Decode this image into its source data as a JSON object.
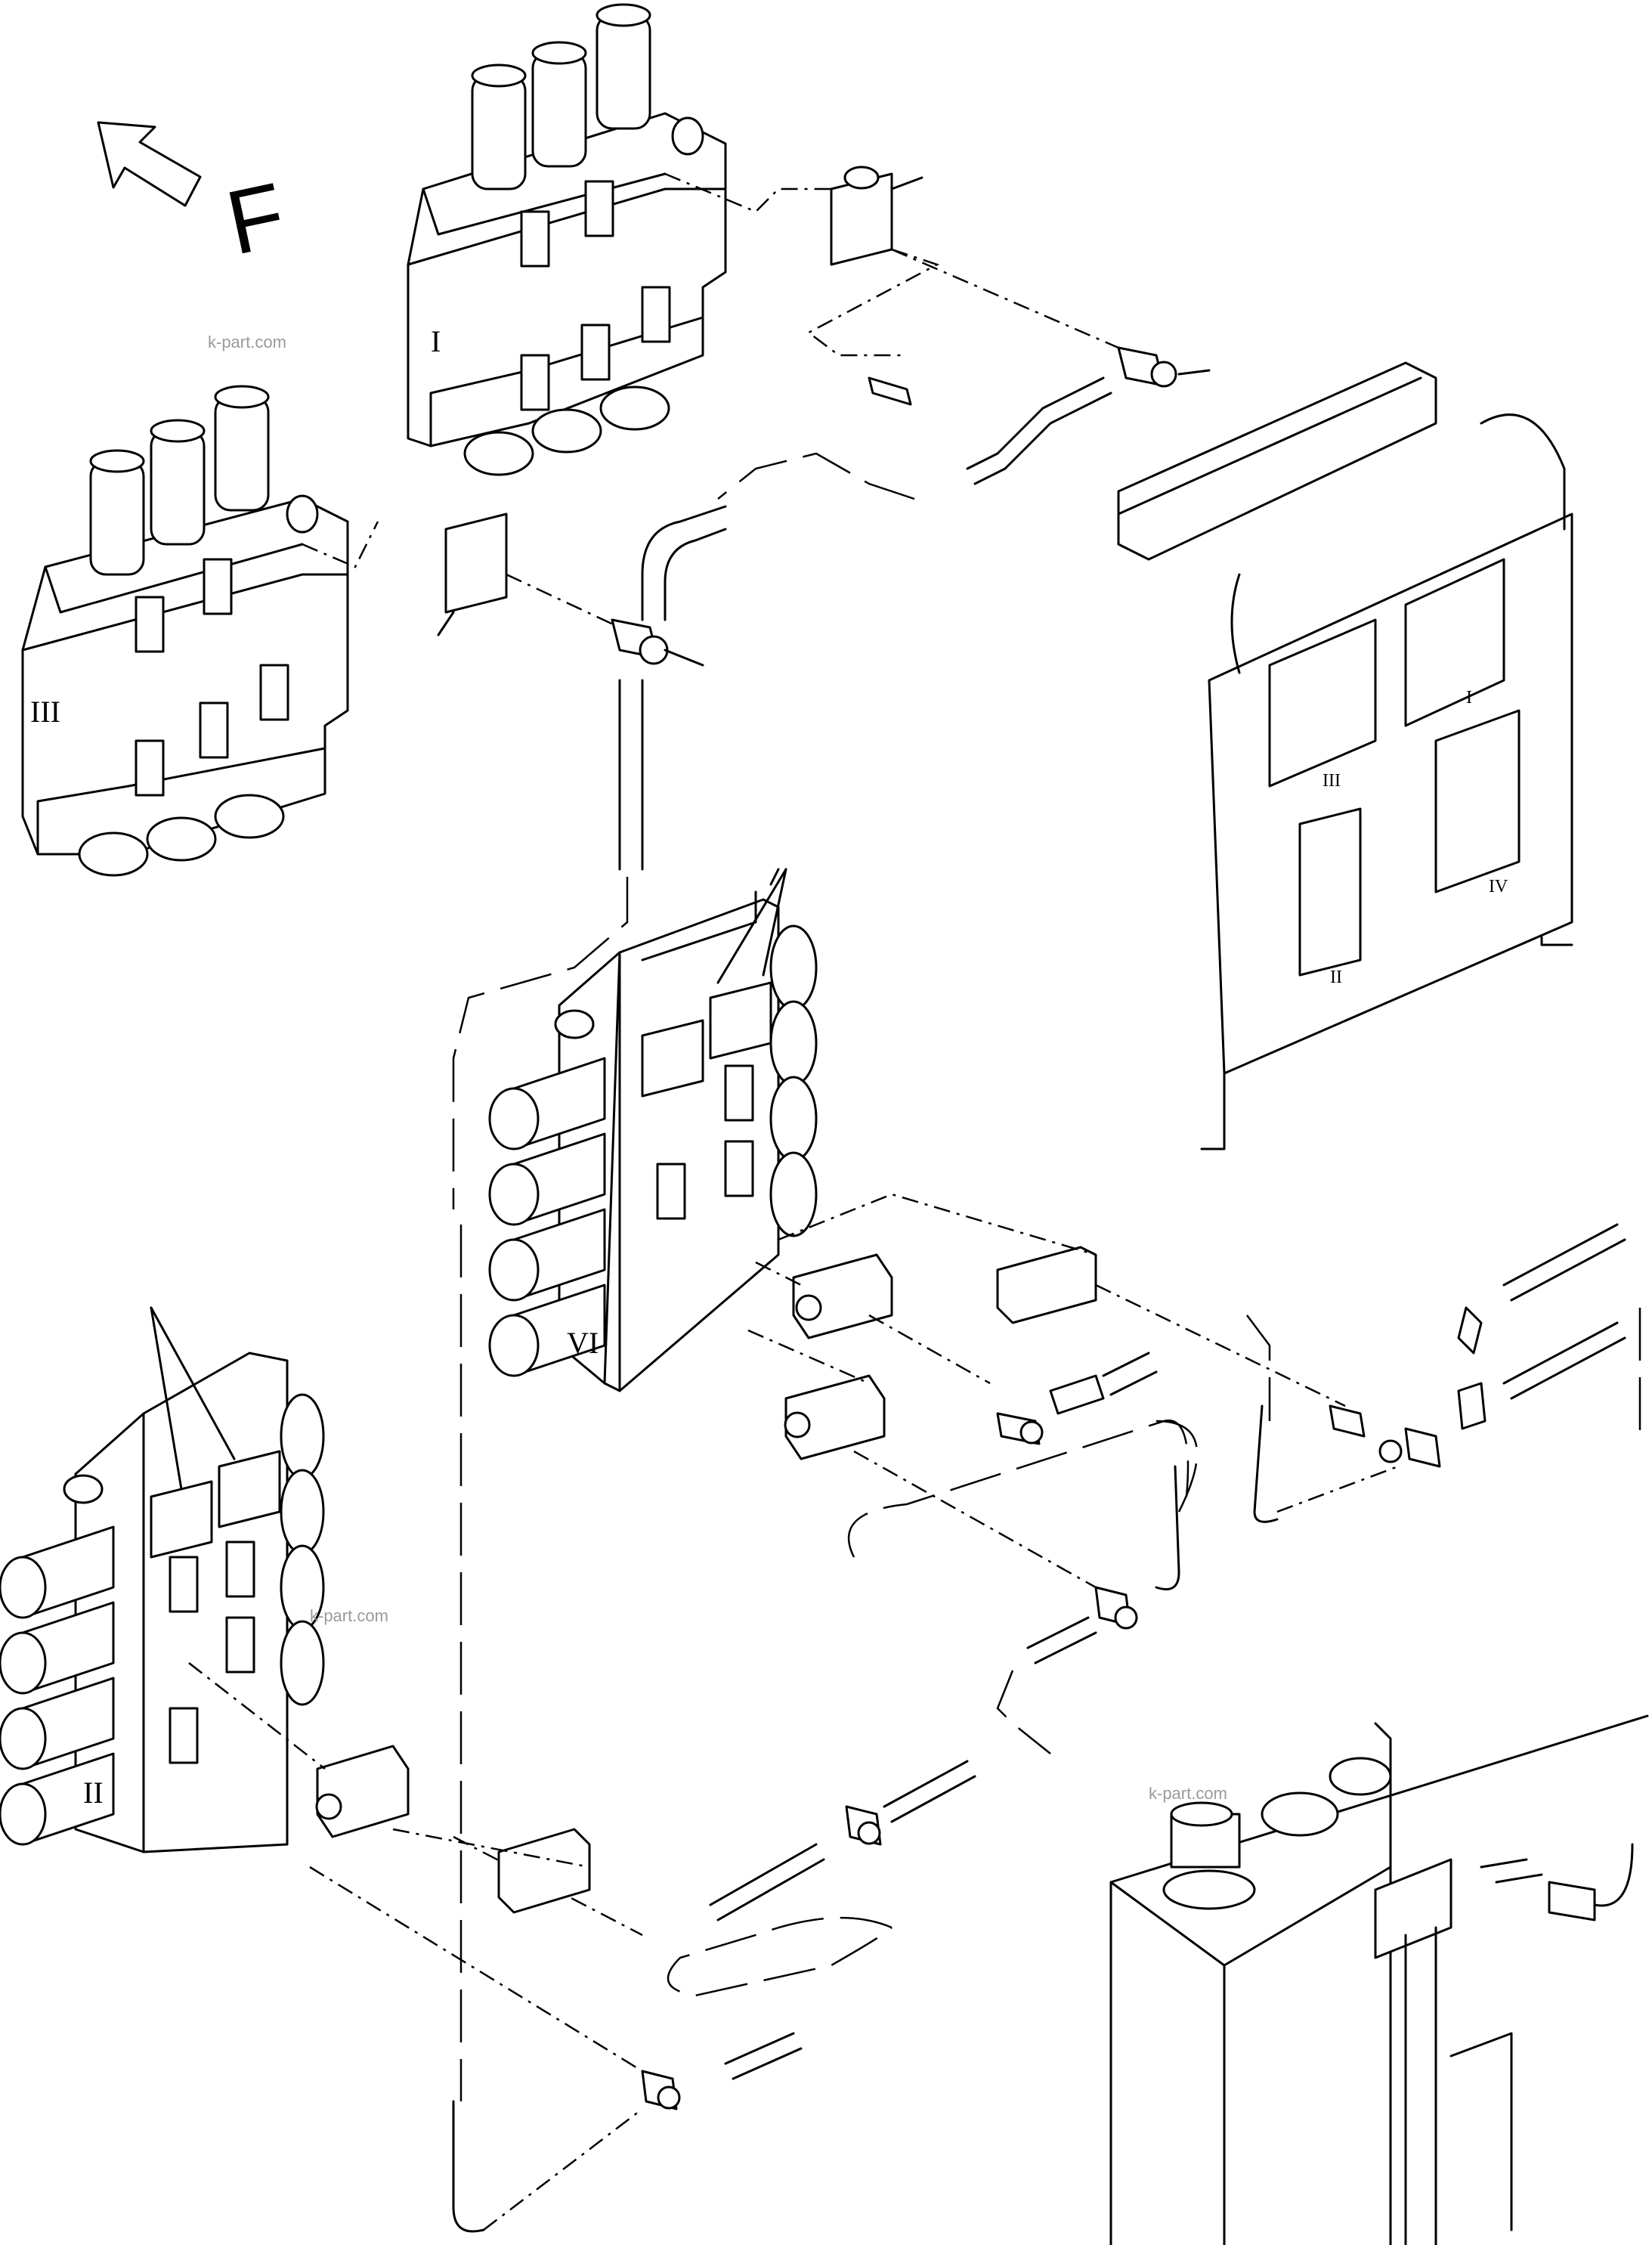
{
  "direction_label": "F",
  "valve_labels": {
    "I": "I",
    "II": "II",
    "III": "III",
    "IV": "IV",
    "VI": "VI"
  },
  "watermark": "k-part.com",
  "colors": {
    "line": "#000000",
    "background": "#ffffff",
    "watermark": "#9a9a9a"
  }
}
